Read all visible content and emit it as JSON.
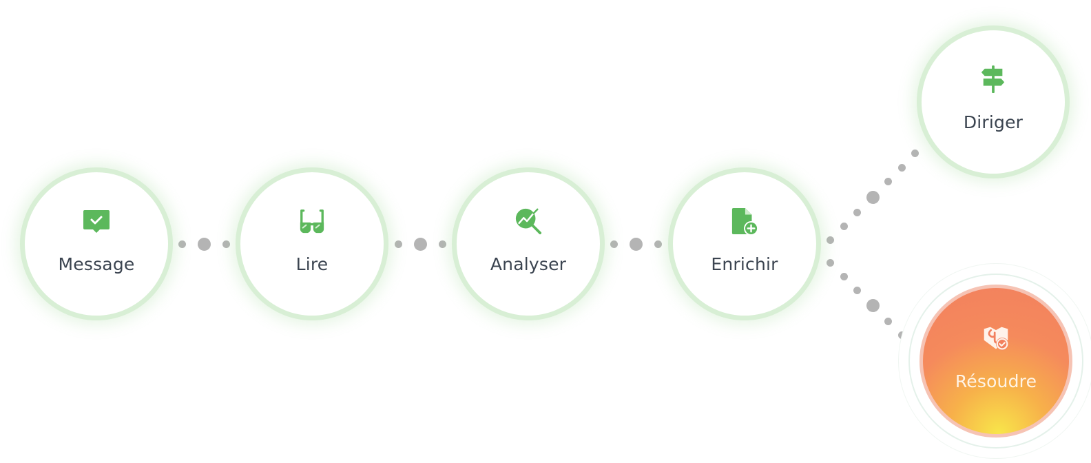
{
  "diagram": {
    "type": "process-flow",
    "colors": {
      "accent_green": "#5cb85c",
      "ring_green": "#d8efd5",
      "text_dark": "#3b4450",
      "connector_gray": "#b4b4b4",
      "active_gradient_top": "#f2805e",
      "active_gradient_bottom": "#f8e64a",
      "active_text": "#fff4e6"
    },
    "nodes": [
      {
        "id": "message",
        "label": "Message",
        "icon": "message-check-icon",
        "state": "default"
      },
      {
        "id": "lire",
        "label": "Lire",
        "icon": "glasses-icon",
        "state": "default"
      },
      {
        "id": "analyser",
        "label": "Analyser",
        "icon": "chart-search-icon",
        "state": "default"
      },
      {
        "id": "enrichir",
        "label": "Enrichir",
        "icon": "document-add-icon",
        "state": "default"
      },
      {
        "id": "diriger",
        "label": "Diriger",
        "icon": "signpost-icon",
        "state": "default"
      },
      {
        "id": "resoudre",
        "label": "Résoudre",
        "icon": "handshake-check-icon",
        "state": "active"
      }
    ],
    "edges": [
      {
        "from": "message",
        "to": "lire",
        "style": "dotted"
      },
      {
        "from": "lire",
        "to": "analyser",
        "style": "dotted"
      },
      {
        "from": "analyser",
        "to": "enrichir",
        "style": "dotted"
      },
      {
        "from": "enrichir",
        "to": "diriger",
        "style": "dotted"
      },
      {
        "from": "enrichir",
        "to": "resoudre",
        "style": "dotted"
      }
    ]
  }
}
